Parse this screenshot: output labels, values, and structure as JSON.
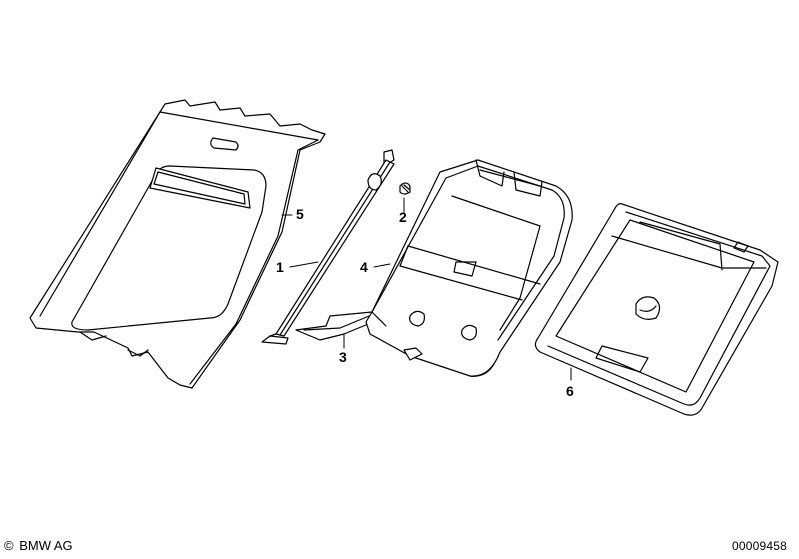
{
  "callouts": {
    "c1": "1",
    "c2": "2",
    "c3": "3",
    "c4": "4",
    "c5": "5",
    "c6": "6"
  },
  "footer": {
    "copyright_symbol": "©",
    "brand": "BMW AG",
    "diagram_number": "00009458"
  },
  "colors": {
    "line": "#000000",
    "shade": "#d6d6d6",
    "background": "#ffffff"
  }
}
